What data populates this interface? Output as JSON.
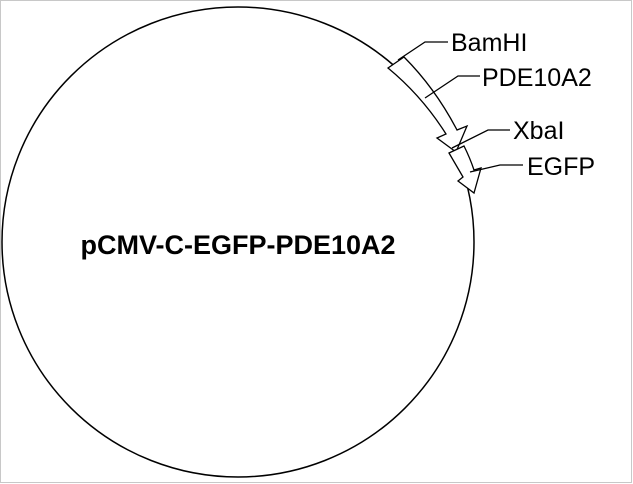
{
  "plasmid": {
    "name": "pCMV-C-EGFP-PDE10A2"
  },
  "features": {
    "bamhi": "BamHI",
    "pde10a2": "PDE10A2",
    "xbai": "XbaI",
    "egfp": "EGFP"
  },
  "colors": {
    "stroke": "#000000",
    "background": "#ffffff"
  }
}
